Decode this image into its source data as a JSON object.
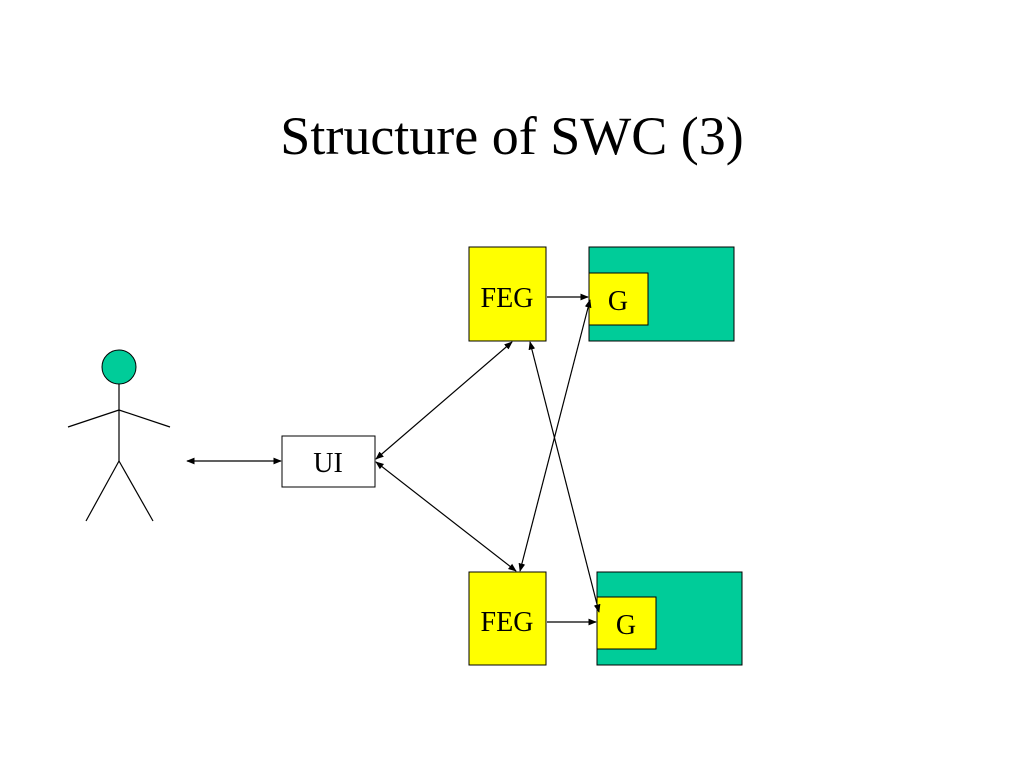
{
  "slide": {
    "title": "Structure of SWC (3)"
  },
  "diagram": {
    "colors": {
      "feg_fill": "#ffff00",
      "host_fill": "#00cc99",
      "actor_head_fill": "#00cc99",
      "line": "#000000",
      "ui_fill": "#ffffff"
    },
    "ui_label": "UI",
    "feg_top_label": "FEG",
    "feg_bottom_label": "FEG",
    "g_top_label": "G",
    "g_bottom_label": "G"
  }
}
